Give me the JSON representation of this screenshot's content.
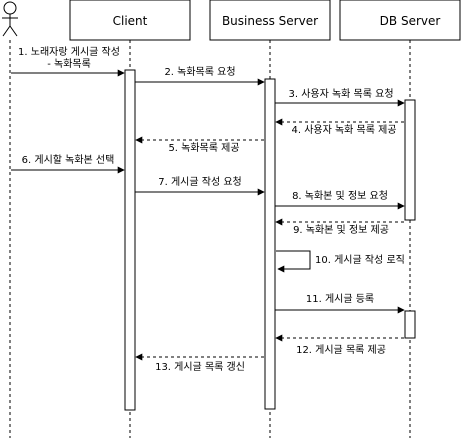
{
  "participants": {
    "actor": "",
    "client": "Client",
    "business": "Business Server",
    "db": "DB Server"
  },
  "messages": [
    {
      "id": "m1",
      "lines": [
        "1. 노래자랑 게시글 작성",
        "- 녹화목록"
      ],
      "style": "solid"
    },
    {
      "id": "m2",
      "lines": [
        "2. 녹화목록 요청"
      ],
      "style": "solid"
    },
    {
      "id": "m3",
      "lines": [
        "3. 사용자 녹화 목록 요청"
      ],
      "style": "solid"
    },
    {
      "id": "m4",
      "lines": [
        "4. 사용자 녹화 목록 제공"
      ],
      "style": "dashed"
    },
    {
      "id": "m5",
      "lines": [
        "5. 녹화목록 제공"
      ],
      "style": "dashed"
    },
    {
      "id": "m6",
      "lines": [
        "6. 게시할 녹화본 선택"
      ],
      "style": "solid"
    },
    {
      "id": "m7",
      "lines": [
        "7. 게시글 작성 요청"
      ],
      "style": "solid"
    },
    {
      "id": "m8",
      "lines": [
        "8. 녹화본 및 정보 요청"
      ],
      "style": "solid"
    },
    {
      "id": "m9",
      "lines": [
        "9. 녹화본 및 정보 제공"
      ],
      "style": "dashed"
    },
    {
      "id": "m10",
      "lines": [
        "10. 게시글 작성 로직"
      ],
      "style": "self"
    },
    {
      "id": "m11",
      "lines": [
        "11. 게시글 등록"
      ],
      "style": "solid"
    },
    {
      "id": "m12",
      "lines": [
        "12. 게시글 목록 제공"
      ],
      "style": "dashed"
    },
    {
      "id": "m13",
      "lines": [
        "13. 게시글 목록 갱신"
      ],
      "style": "dashed"
    }
  ]
}
